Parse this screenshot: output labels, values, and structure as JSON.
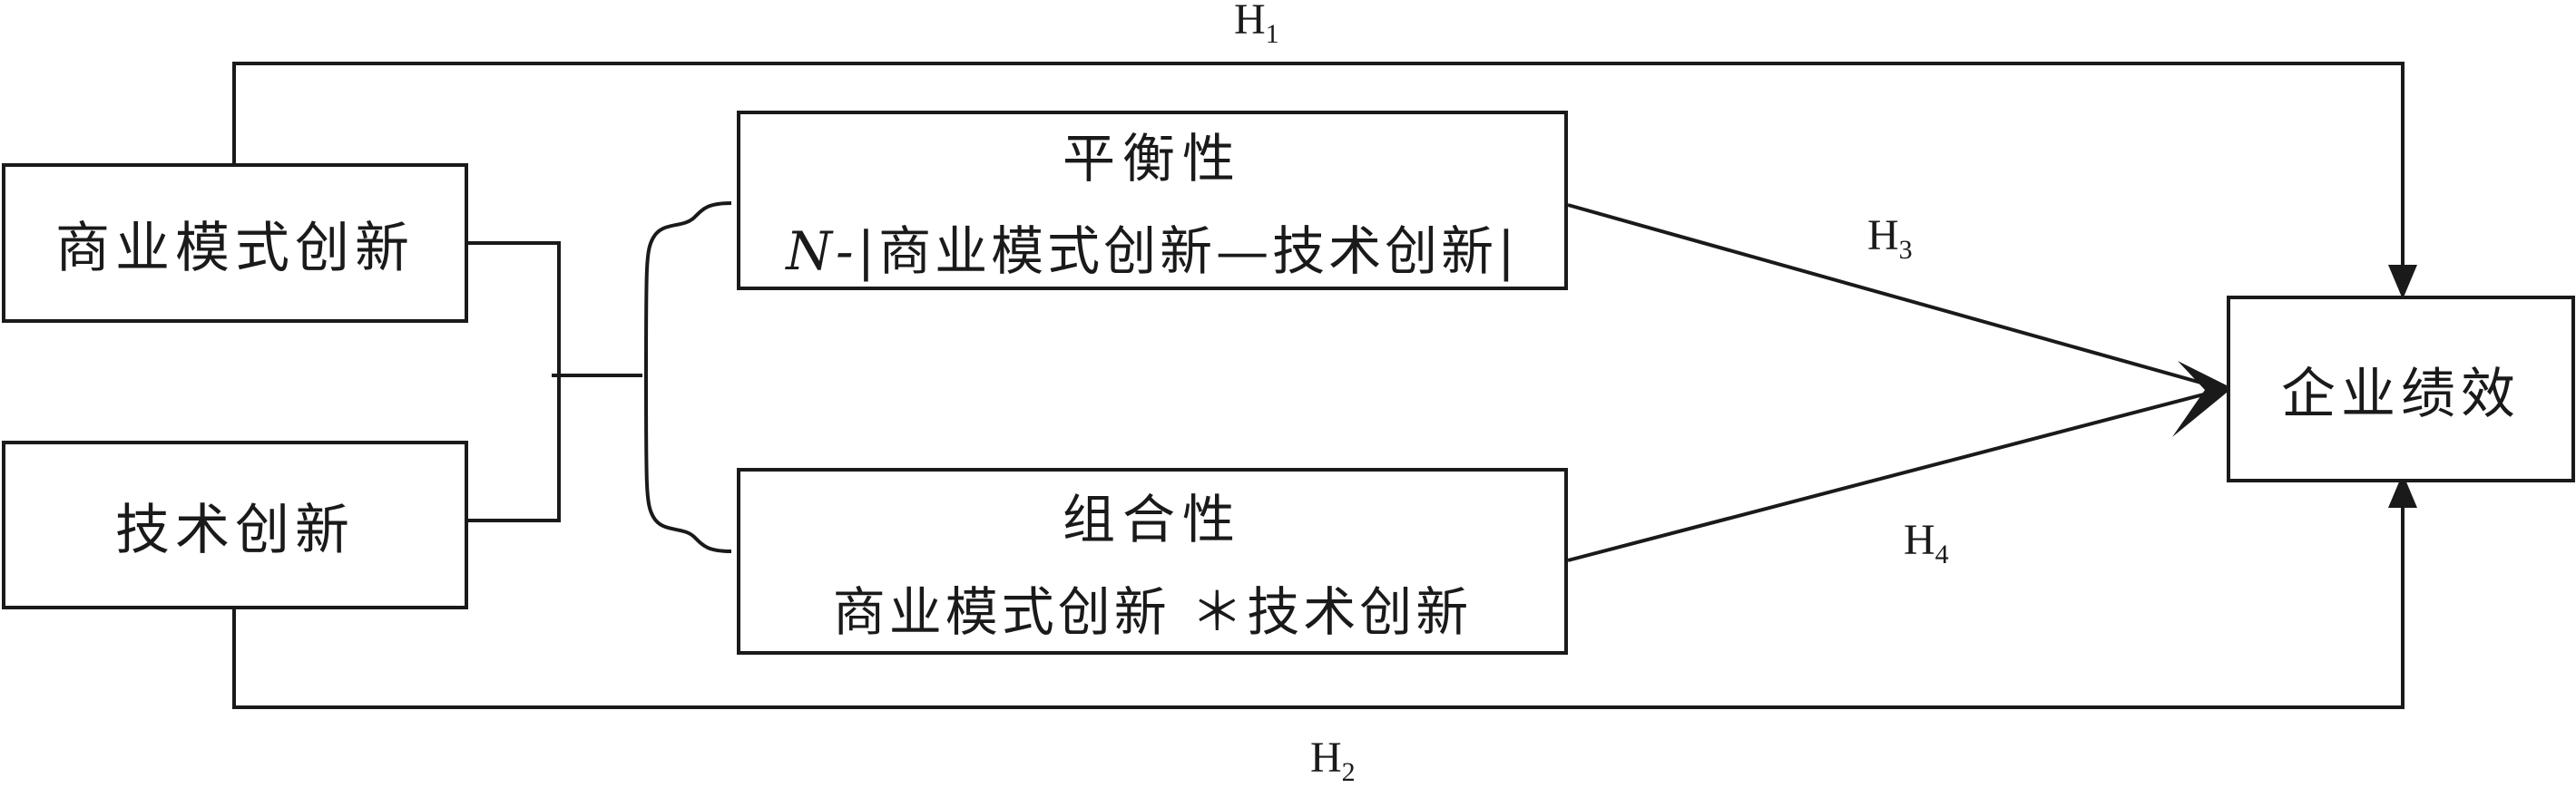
{
  "nodes": {
    "business_model_innovation": "商业模式创新",
    "technology_innovation": "技术创新",
    "balance": {
      "title": "平衡性",
      "formula_prefix": "N-",
      "formula_body": "|商业模式创新—技术创新|"
    },
    "combination": {
      "title": "组合性",
      "formula": "商业模式创新 ＊技术创新"
    },
    "firm_performance": "企业绩效"
  },
  "hypotheses": [
    {
      "letter": "H",
      "index": "1"
    },
    {
      "letter": "H",
      "index": "2"
    },
    {
      "letter": "H",
      "index": "3"
    },
    {
      "letter": "H",
      "index": "4"
    }
  ]
}
